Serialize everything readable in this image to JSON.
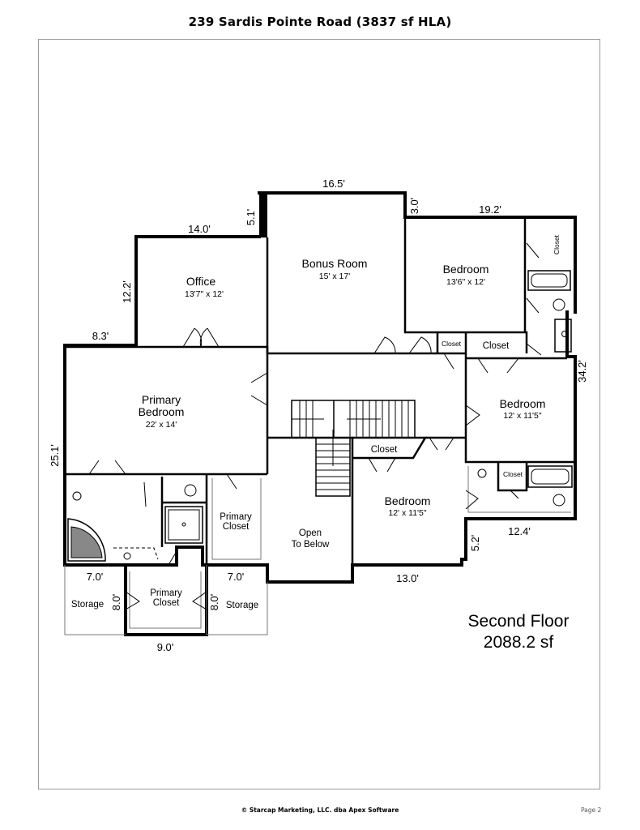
{
  "header": {
    "title": "239 Sardis Pointe Road (3837 sf HLA)"
  },
  "floor": {
    "name": "Second Floor",
    "area": "2088.2 sf"
  },
  "rooms": {
    "bonus": {
      "name": "Bonus Room",
      "dims": "15' x 17'"
    },
    "office": {
      "name": "Office",
      "dims": "13'7\" x 12'"
    },
    "bedroom_ne": {
      "name": "Bedroom",
      "dims": "13'6\" x 12'"
    },
    "bedroom_e": {
      "name": "Bedroom",
      "dims": "12' x 11'5\""
    },
    "bedroom_s": {
      "name": "Bedroom",
      "dims": "12' x 11'5\""
    },
    "primary_bedroom": {
      "line1": "Primary",
      "line2": "Bedroom",
      "dims": "22' x 14'"
    },
    "primary_closet_a": {
      "line1": "Primary",
      "line2": "Closet"
    },
    "primary_closet_b": {
      "line1": "Primary",
      "line2": "Closet"
    },
    "open_below": {
      "line1": "Open",
      "line2": "To Below"
    },
    "storage_left": {
      "name": "Storage"
    },
    "storage_right": {
      "name": "Storage"
    },
    "closet_main": {
      "name": "Closet"
    },
    "closet_hall": {
      "name": "Closet"
    },
    "closet_small": {
      "name": "Closet"
    },
    "closet_tall": {
      "name": "Closet"
    },
    "closet_bath": {
      "name": "Closet"
    }
  },
  "dimensions": {
    "d_16_5": "16.5'",
    "d_14_0": "14.0'",
    "d_5_1": "5.1'",
    "d_3_0": "3.0'",
    "d_19_2": "19.2'",
    "d_12_2": "12.2'",
    "d_8_3": "8.3'",
    "d_34_2": "34.2'",
    "d_25_1": "25.1'",
    "d_12_4": "12.4'",
    "d_5_2": "5.2'",
    "d_13_0": "13.0'",
    "d_7_0_left": "7.0'",
    "d_7_0_right": "7.0'",
    "d_8_0_left": "8.0'",
    "d_8_0_right": "8.0'",
    "d_9_0": "9.0'"
  },
  "footer": {
    "copyright": "© Starcap Marketing, LLC. dba Apex Software",
    "page": "Page 2"
  }
}
